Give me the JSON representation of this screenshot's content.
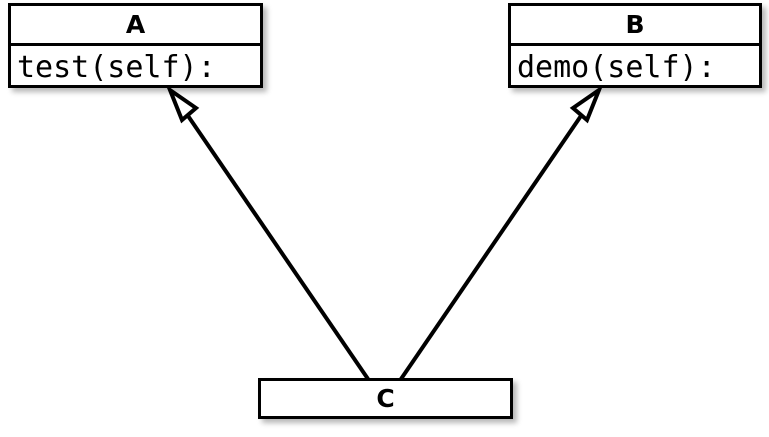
{
  "diagram": {
    "type": "uml-class-diagram",
    "background_color": "#ffffff",
    "line_color": "#000000",
    "classes": [
      {
        "id": "A",
        "name": "A",
        "members": [
          "test(self):"
        ],
        "members_text": "test(self):"
      },
      {
        "id": "B",
        "name": "B",
        "members": [
          "demo(self):"
        ],
        "members_text": "demo(self):"
      },
      {
        "id": "C",
        "name": "C",
        "members": [],
        "members_text": ""
      }
    ],
    "relationships": [
      {
        "kind": "generalization",
        "from": "C",
        "to": "A",
        "arrowhead": "hollow-triangle"
      },
      {
        "kind": "generalization",
        "from": "C",
        "to": "B",
        "arrowhead": "hollow-triangle"
      }
    ]
  }
}
